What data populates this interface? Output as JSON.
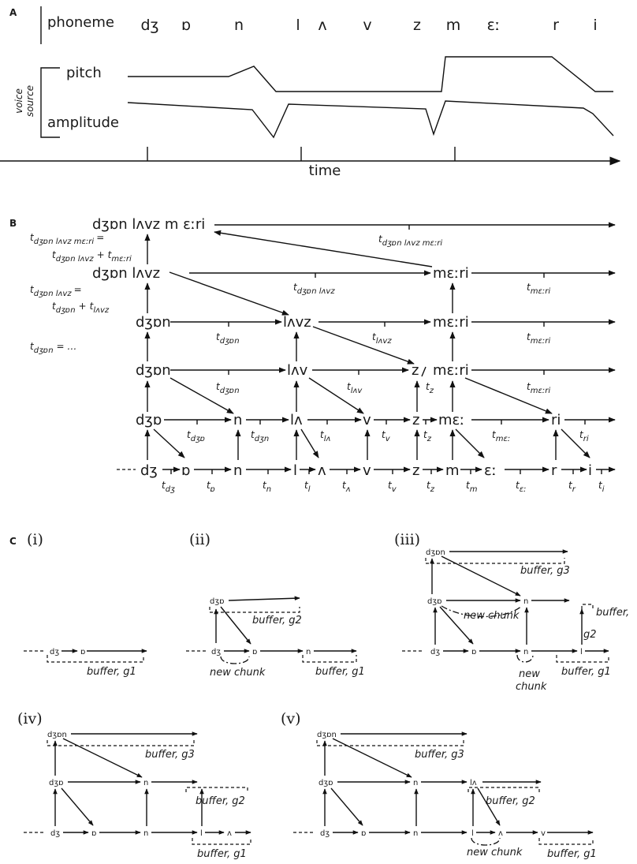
{
  "panel_a": {
    "label": "A",
    "phoneme_label": "phoneme",
    "phonemes": [
      "dʒ",
      "ɒ",
      "n",
      "l",
      "ʌ",
      "v",
      "z",
      "m",
      "ɛː",
      "r",
      "i"
    ],
    "voice_source_label": [
      "voice",
      "source"
    ],
    "pitch_label": "pitch",
    "amplitude_label": "amplitude",
    "time_label": "time"
  },
  "panel_b": {
    "label": "B",
    "level6": "dʒɒn lʌvz m ɛːri",
    "level5": [
      "dʒɒn lʌvz",
      "mɛːri"
    ],
    "level4": [
      "dʒɒn",
      "lʌvz",
      "mɛːri"
    ],
    "level3": [
      "dʒɒn",
      "lʌv",
      "z",
      "mɛːri"
    ],
    "level2": [
      "dʒɒ",
      "n",
      "lʌ",
      "v",
      "z",
      "mɛː",
      "ri"
    ],
    "level1": [
      "dʒ",
      "ɒ",
      "n",
      "l",
      "ʌ",
      "v",
      "z",
      "m",
      "ɛː",
      "r",
      "i"
    ],
    "durations": {
      "level6": [
        "dʒɒn lʌvz mɛːri"
      ],
      "level5": [
        "dʒɒn lʌvz",
        "mɛːri"
      ],
      "level4": [
        "dʒɒn",
        "lʌvz",
        "mɛːri"
      ],
      "level3": [
        "dʒɒn",
        "lʌv",
        "z",
        "mɛːri"
      ],
      "level2": [
        "dʒɒ",
        "dʒn",
        "lʌ",
        "v",
        "z",
        "mɛː",
        "ri"
      ],
      "level1": [
        "dʒ",
        "ɒ",
        "n",
        "l",
        "ʌ",
        "v",
        "z",
        "m",
        "ɛː",
        "r",
        "i"
      ]
    },
    "equations": {
      "eq1_lhs": "dʒɒn lʌvz mɛːri",
      "eq1_rhs_a": "dʒɒn lʌvz",
      "eq1_rhs_b": "mɛːri",
      "eq2_lhs": "dʒɒn lʌvz",
      "eq2_rhs_a": "dʒɒn",
      "eq2_rhs_b": "lʌvz",
      "eq3_lhs": "dʒɒn",
      "eq3_rhs": "= …",
      "t": "t",
      "equals": "=",
      "plus": "+"
    }
  },
  "panel_c": {
    "label": "C",
    "subpanels": [
      "(i)",
      "(ii)",
      "(iii)",
      "(iv)",
      "(v)"
    ],
    "buffer_g1": "buffer, g1",
    "buffer_g2": "buffer, g2",
    "buffer_g3": "buffer, g3",
    "buffer_word": "buffer,",
    "g2": "g2",
    "g1": "g1",
    "new_chunk": "new chunk",
    "new_word": "new",
    "chunk_word": "chunk",
    "nodes": {
      "dʒ": "dʒ",
      "ɒ": "ɒ",
      "n": "n",
      "l": "l",
      "ʌ": "ʌ",
      "v": "v",
      "dʒɒ": "dʒɒ",
      "dʒɒn": "dʒɒn",
      "lʌ": "lʌ"
    }
  },
  "colors": {
    "ink": "#111111",
    "background": "#ffffff"
  }
}
